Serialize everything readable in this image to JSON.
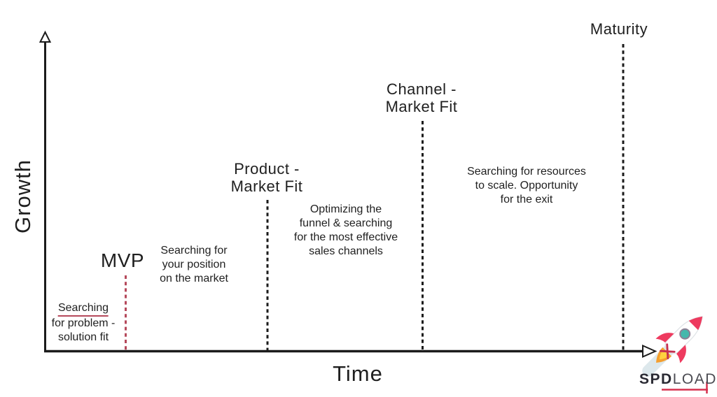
{
  "colors": {
    "axis": "#1b1b1b",
    "text": "#1f1f1f",
    "accent-red": "#b5495b",
    "logo-red": "#d5304e",
    "rocket-pink": "#ee3a5f",
    "rocket-cross": "#c53050",
    "rocket-teal": "#45b8ac",
    "rocket-flame-yellow": "#ffd23e",
    "rocket-flame-orange": "#f59f2e",
    "rocket-trail": "#dde8ec"
  },
  "axes": {
    "y_label": "Growth",
    "x_label": "Time"
  },
  "milestones": [
    {
      "id": "mvp",
      "label": "MVP"
    },
    {
      "id": "product-market-fit",
      "label": "Product -\nMarket Fit"
    },
    {
      "id": "channel-market-fit",
      "label": "Channel -\nMarket Fit"
    },
    {
      "id": "maturity",
      "label": "Maturity"
    }
  ],
  "phases": [
    {
      "id": "problem-solution-fit",
      "underlined": "Searching",
      "text": "for problem -\nsolution fit"
    },
    {
      "id": "market-position",
      "text": "Searching for\nyour position\non the market"
    },
    {
      "id": "sales-channels",
      "text": "Optimizing the\nfunnel & searching\nfor the most effective\nsales channels"
    },
    {
      "id": "scale-exit",
      "text": "Searching for resources\nto scale. Opportunity\nfor the exit"
    }
  ],
  "logo": {
    "bold": "SPD",
    "light": "LOAD"
  }
}
